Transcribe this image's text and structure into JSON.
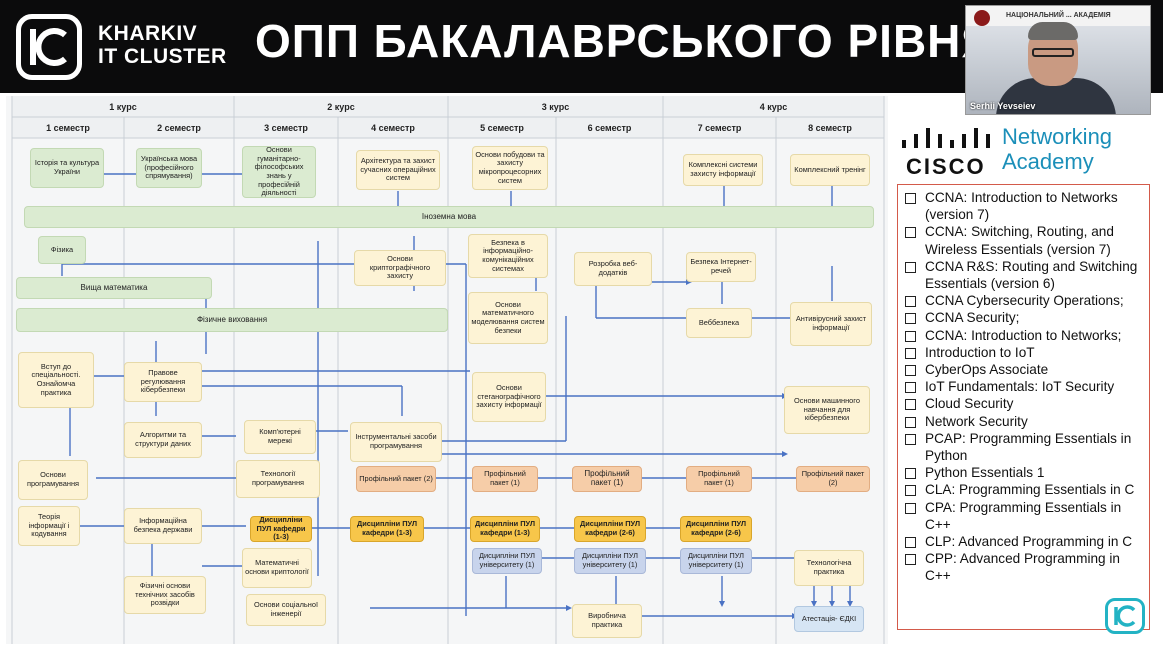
{
  "header": {
    "logo_line1": "KHARKIV",
    "logo_line2": "IT CLUSTER",
    "title": "ОПП БАКАЛАВРСЬКОГО РІВНЯ"
  },
  "webcam": {
    "participant_name": "Serhii Yevseiev",
    "wall_text": "НАЦІОНАЛЬНИЙ ... АКАДЕМІЯ"
  },
  "diagram": {
    "years": [
      "1 курс",
      "2 курс",
      "3 курс",
      "4 курс"
    ],
    "semesters": [
      "1 семестр",
      "2 семестр",
      "3 семестр",
      "4 семестр",
      "5 семестр",
      "6 семестр",
      "7 семестр",
      "8 семестр"
    ],
    "boxes": {
      "history": "Історія та культура України",
      "ukr_lang": "Українська мова (професійного спрямування)",
      "humanities": "Основи гуманітарно-філософських знань у професійній діяльності",
      "arch": "Архітектура та захист сучасних операційних систем",
      "microproc": "Основи побудови та захисту мікропроцесорних систем",
      "complex_sys": "Комплексні системи захисту інформації",
      "complex_training": "Комплексний тренінг",
      "foreign_lang": "Іноземна мова",
      "physics": "Фізика",
      "crypto": "Основи криптографічного захисту",
      "infocom": "Безпека в інформаційно-комунікаційних системах",
      "webdev": "Розробка веб-додатків",
      "iot_sec": "Безпека Інтернет-речей",
      "higher_math": "Вища математика",
      "math_model": "Основи математичного моделювання систем безпеки",
      "antivirus": "Антивірусний захист інформації",
      "websec": "Веббезпека",
      "phys_ed": "Фізичне виховання",
      "intro_spec": "Вступ до спеціальності. Ознайомча практика",
      "legal": "Правове регулювання кібербезпеки",
      "stegano": "Основи стеганографічного захисту інформації",
      "ml": "Основи машинного навчання для кібербезпеки",
      "algo": "Алгоритми та структури даних",
      "networks": "Комп'ютерні мережі",
      "tools": "Інструментальні засоби програмування",
      "prog_basics": "Основи програмування",
      "prog_tech": "Технології програмування",
      "prof_pack_2a": "Профільний пакет (2)",
      "prof_pack_1a": "Профільний пакет (1)",
      "prof_pack_1b": "Профільний пакет (1)",
      "prof_pack_1c": "Профільний пакет (1)",
      "prof_pack_2b": "Профільний пакет (2)",
      "info_theory": "Теорія інформації і кодування",
      "state_sec": "Інформаційна безпека держави",
      "dept_1_3a": "Дисципліни ПУЛ кафедри (1-3)",
      "dept_1_3b": "Дисципліни ПУЛ кафедри (1-3)",
      "dept_1_3c": "Дисципліни ПУЛ кафедри (1-3)",
      "dept_2_6a": "Дисципліни ПУЛ кафедри (2-6)",
      "dept_2_6b": "Дисципліни ПУЛ кафедри (2-6)",
      "math_crypto": "Математичні основи криптології",
      "univ_1a": "Дисципліни ПУЛ університету (1)",
      "univ_1b": "Дисципліни ПУЛ університету (1)",
      "univ_1c": "Дисципліни ПУЛ університету (1)",
      "tech_practice": "Технологічна практика",
      "phys_tech": "Фізичні основи технічних засобів розвідки",
      "social_eng": "Основи соціальної інженерії",
      "prod_practice": "Виробнича практика",
      "attestation": "Атестація- ЄДКІ"
    }
  },
  "cisco": {
    "brand": "CISCO",
    "program_line1": "Networking",
    "program_line2": "Academy",
    "courses": [
      "CCNA: Introduction to Networks (version 7)",
      "CCNA: Switching, Routing, and Wireless Essentials (version 7)",
      "CCNA R&S: Routing and Switching Essentials (version 6)",
      "CCNA Cybersecurity Operations;",
      "CCNA Security;",
      "CCNA: Introduction to Networks;",
      "Introduction to IoT",
      "CyberOps Associate",
      "IoT Fundamentals: IoT Security",
      "Cloud Security",
      "Network Security",
      "PCAP: Programming Essentials in Python",
      "Python Essentials 1",
      "CLA: Programming Essentials in C",
      "CPA: Programming Essentials in C++",
      "CLP: Advanced Programming in C",
      "CPP: Advanced Programming in C++"
    ]
  },
  "colors": {
    "header_bg": "#0b0b0c",
    "cisco_blue": "#1b8fb9",
    "box_yellow": "#fdf3d5",
    "box_green": "#dbebd1",
    "box_peach": "#f6cda8",
    "box_gold": "#f7c64a",
    "box_blue": "#c8d4ec",
    "arrow_blue": "#4a72c4",
    "courses_border": "#d35a4a",
    "badge_teal": "#23b3c4"
  }
}
